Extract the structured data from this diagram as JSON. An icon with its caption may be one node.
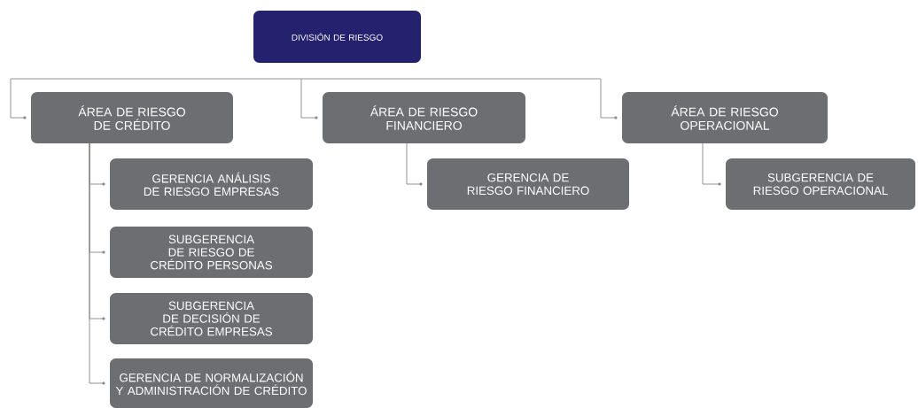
{
  "diagram": {
    "nodes": [
      {
        "text": [
          "DIVISIÓN DE RIESGO"
        ]
      },
      {
        "text": [
          "ÁREA DE RIESGO DE CRÉDITO"
        ]
      },
      {
        "text": [
          "GERENCIA ANÁLISIS DE RIESGO EMPRESAS"
        ]
      },
      {
        "text": [
          "SUBGERENCIA DE RIESGO DE CRÉDITO PERSONAS"
        ]
      },
      {
        "text": [
          "SUBGERENCIA DE DECISIÓN DE CRÉDITO EMPRESAS"
        ]
      },
      {
        "text": [
          "GERENCIA DE NORMALIZACIÓN Y ADMINISTRACIÓN DE CRÉDITO"
        ]
      },
      {
        "text": [
          "ÁREA DE RIESGO FINANCIERO"
        ]
      },
      {
        "text": [
          "GERENCIA DE RIESGO FINANCIERO"
        ]
      },
      {
        "text": [
          "ÁREA DE RIESGO OPERACIONAL"
        ]
      },
      {
        "text": [
          "SUBGERENCIA DE RIESGO OPERACIONAL"
        ]
      }
    ],
    "edges": [
      {
        "from": null,
        "to": 1,
        "arrow": "other"
      },
      {
        "from": null,
        "to": 6,
        "arrow": "other"
      },
      {
        "from": null,
        "to": 8,
        "arrow": "other"
      },
      {
        "from": 1,
        "to": 2,
        "arrow": "other"
      },
      {
        "from": 1,
        "to": 3,
        "arrow": "other"
      },
      {
        "from": 1,
        "to": 4,
        "arrow": "other"
      },
      {
        "from": 1,
        "to": 5,
        "arrow": "other"
      },
      {
        "from": 6,
        "to": 7,
        "arrow": "other"
      },
      {
        "from": 8,
        "to": 9,
        "arrow": "other"
      }
    ]
  }
}
